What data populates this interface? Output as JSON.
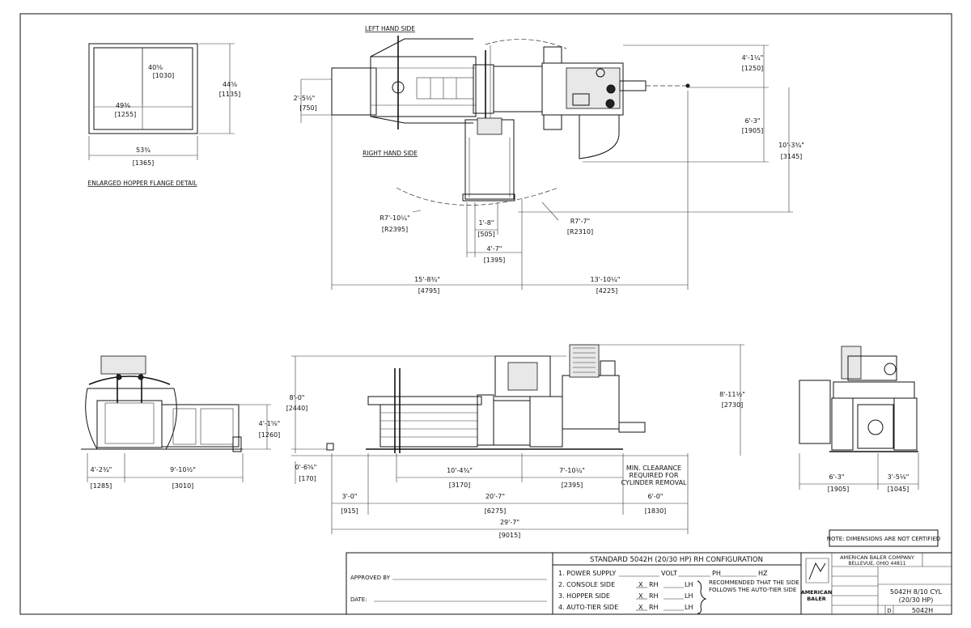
{
  "views": {
    "left_hand_side": "LEFT HAND SIDE",
    "right_hand_side": "RIGHT HAND SIDE",
    "hopper_detail": "ENLARGED HOPPER FLANGE DETAIL"
  },
  "flange_dims": {
    "inner_h": "40⅝",
    "inner_h_mm": "[1030]",
    "inner_w": "49⅜",
    "inner_w_mm": "[1255]",
    "outer_w": "53¾",
    "outer_w_mm": "[1365]",
    "outer_h": "44⅝",
    "outer_h_mm": "[1135]"
  },
  "plan_dims": {
    "d1": "2'-5½\"",
    "d1_mm": "[750]",
    "d2": "4'-1¼\"",
    "d2_mm": "[1250]",
    "d3": "6'-3\"",
    "d3_mm": "[1905]",
    "d4": "10'-3¾\"",
    "d4_mm": "[3145]",
    "r1": "R7'-10¼\"",
    "r1_mm": "[R2395]",
    "r2": "R7'-7\"",
    "r2_mm": "[R2310]",
    "d5": "1'-8\"",
    "d5_mm": "[505]",
    "d6": "4'-7\"",
    "d6_mm": "[1395]",
    "d7": "15'-8¾\"",
    "d7_mm": "[4795]",
    "d8": "13'-10¼\"",
    "d8_mm": "[4225]"
  },
  "end_dims": {
    "w1": "4'-2¾\"",
    "w1_mm": "[1285]",
    "w2": "9'-10½\"",
    "w2_mm": "[3010]",
    "h1": "4'-1⅝\"",
    "h1_mm": "[1260]"
  },
  "elev_dims": {
    "h_total": "8'-0\"",
    "h_total_mm": "[2440]",
    "h_base": "0'-6⅝\"",
    "h_base_mm": "[170]",
    "h_right": "8'-11½\"",
    "h_right_mm": "[2730]",
    "s1": "10'-4¾\"",
    "s1_mm": "[3170]",
    "s2": "7'-10¼\"",
    "s2_mm": "[2395]",
    "clear_note": "MIN. CLEARANCE REQUIRED FOR CYLINDER REMOVAL",
    "s3": "3'-0\"",
    "s3_mm": "[915]",
    "s4": "20'-7\"",
    "s4_mm": "[6275]",
    "s5": "6'-0\"",
    "s5_mm": "[1830]",
    "s6": "29'-7\"",
    "s6_mm": "[9015]"
  },
  "side_dims": {
    "w1": "6'-3\"",
    "w1_mm": "[1905]",
    "w2": "3'-5⅛\"",
    "w2_mm": "[1045]"
  },
  "note": "NOTE: DIMENSIONS ARE NOT CERTIFIED",
  "title_block": {
    "approved_by": "APPROVED BY",
    "date": "DATE:",
    "heading": "STANDARD 5042H (20/30 HP) RH CONFIGURATION",
    "row1_label": "1. POWER SUPPLY",
    "row1_volt": "VOLT",
    "row1_ph": "PH",
    "row1_hz": "HZ",
    "row2_label": "2. CONSOLE SIDE",
    "row3_label": "3. HOPPER SIDE",
    "row4_label": "4. AUTO-TIER SIDE",
    "x_mark": "X",
    "rh": "RH",
    "lh": "LH",
    "recommend": "RECOMMENDED THAT THE SIDE FOLLOWS THE AUTO-TIER SIDE",
    "company": "AMERICAN BALER COMPANY",
    "city": "BELLEVUE, OHIO 44811",
    "logo_line1": "AMERICAN",
    "logo_line2": "BALER",
    "model_desc1": "5042H 8/10 CYL",
    "model_desc2": "(20/30 HP)",
    "dwg_no": "5042H",
    "sheet_mark": "D"
  }
}
